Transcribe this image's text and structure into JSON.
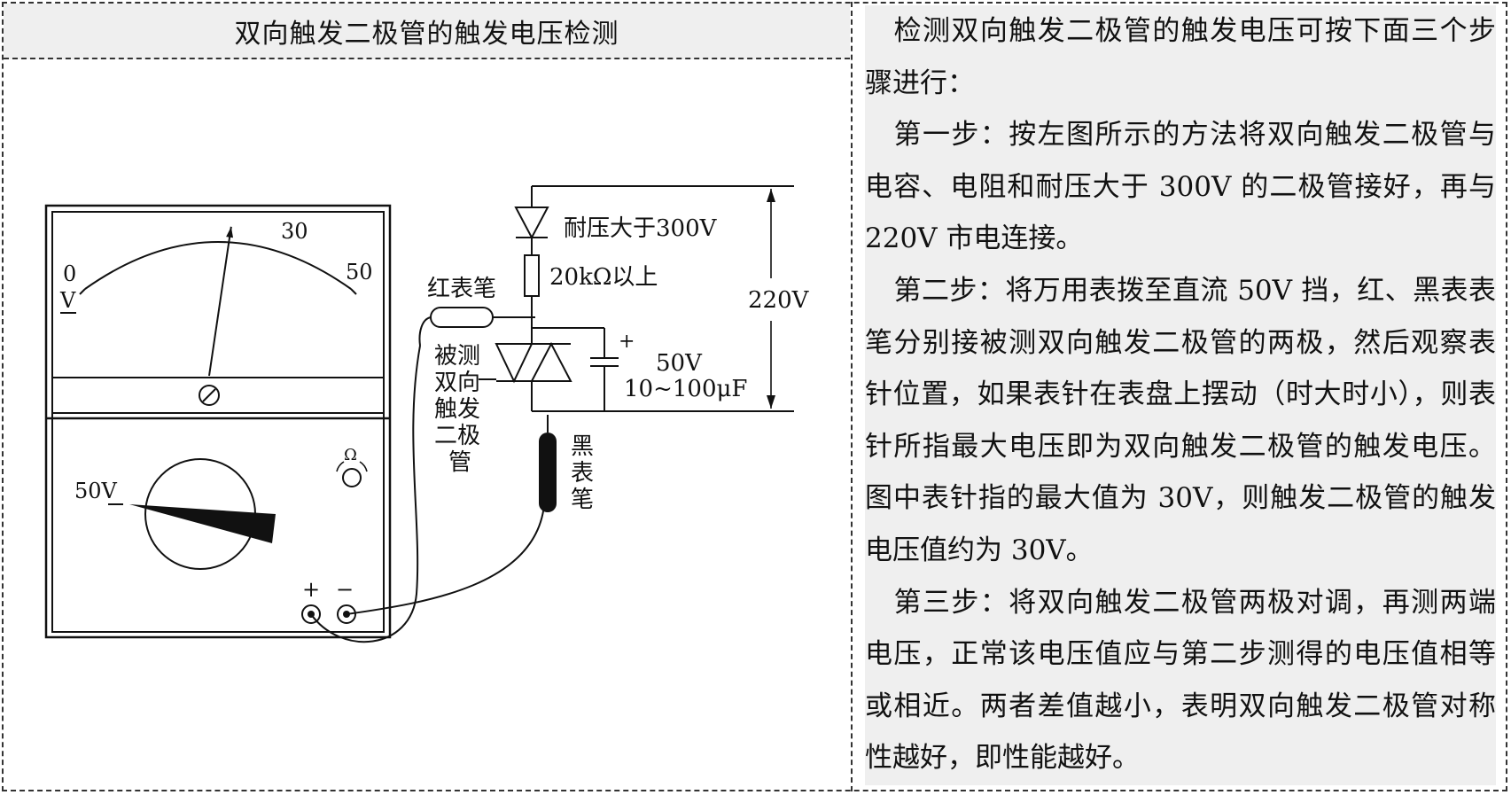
{
  "title": "双向触发二极管的触发电压检测",
  "paragraphs": [
    "检测双向触发二极管的触发电压可按下面三个步骤进行：",
    "第一步：按左图所示的方法将双向触发二极管与电容、电阻和耐压大于 300V 的二极管接好，再与 220V 市电连接。",
    "第二步：将万用表拨至直流 50V 挡，红、黑表表笔分别接被测双向触发二极管的两极，然后观察表针位置，如果表针在表盘上摆动（时大时小），则表针所指最大电压即为双向触发二极管的触发电压。图中表针指的最大值为 30V，则触发二极管的触发电压值约为 30V。",
    "第三步：将双向触发二极管两极对调，再测两端电压，正常该电压值应与第二步测得的电压值相等或相近。两者差值越小，表明双向触发二极管对称性越好，即性能越好。"
  ],
  "meter": {
    "scale_zero": "0",
    "scale_unit": "V",
    "scale_mid": "30",
    "scale_max": "50",
    "range_label": "50V",
    "ohm_symbol": "Ω",
    "plus": "+",
    "minus": "−",
    "pointer_value": 30,
    "scale_range": [
      0,
      50
    ]
  },
  "circuit": {
    "diode_label": "耐压大于300V",
    "resistor_label": "20kΩ以上",
    "supply_label": "220V",
    "red_probe_label": "红表笔",
    "dut_label_lines": [
      "被测",
      "双向",
      "触发",
      "二极",
      "管"
    ],
    "cap_plus": "+",
    "cap_voltage": "50V",
    "cap_value": "10~100μF",
    "black_probe_label_lines": [
      "黑",
      "表",
      "笔"
    ]
  }
}
